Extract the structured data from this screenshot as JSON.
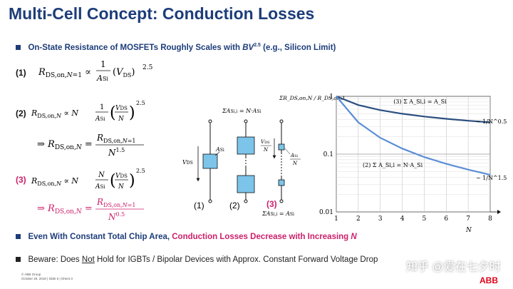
{
  "title": "Multi-Cell Concept: Conduction Losses",
  "bullet1": {
    "prefix": "On-State Resistance of MOSFETs Roughly Scales with ",
    "bv": "BV",
    "exp": "2.5",
    "suffix": " (e.g., Silicon Limit)"
  },
  "equations": {
    "e1_label": "(1)",
    "e1": "R_DS,on,N=1 ∝ (1/A_Si)(V_DS)^2.5",
    "e2_label": "(2)",
    "e2a": "R_DS,on,N ∝ N (1/A_Si)(V_DS/N)^2.5",
    "e2b": "⇒ R_DS,on,N = R_DS,on,N=1 / N^1.5",
    "e3_label": "(3)",
    "e3a": "R_DS,on,N ∝ N (N/A_Si)(V_DS/N)^2.5",
    "e3b": "⇒ R_DS,on,N = R_DS,on,N=1 / N^0.5"
  },
  "diagram": {
    "sum_top": "ΣA_Si,i = N·A_Si",
    "sum_bottom": "ΣA_Si,i = A_Si",
    "vds": "V_DS",
    "asi": "A_Si",
    "vds_n": "V_DS / N",
    "asi_n": "A_Si / N",
    "labels": [
      "(1)",
      "(2)",
      "(3)"
    ]
  },
  "chart_data": {
    "type": "line",
    "ylabel": "ΣR_DS,on,N / R_DS,on,1",
    "xlabel": "N",
    "x_ticks": [
      "1",
      "2",
      "3",
      "4",
      "5",
      "6",
      "7",
      "8"
    ],
    "y_ticks": [
      "1",
      "0.1",
      "0.01"
    ],
    "xlim": [
      1,
      8
    ],
    "ylim": [
      0.01,
      1
    ],
    "y_scale": "log",
    "grid": true,
    "series": [
      {
        "name": "(3) Σ A_Si,i = A_Si",
        "annotation": "~ 1/N^0.5",
        "x": [
          1,
          2,
          3,
          4,
          5,
          6,
          7,
          8
        ],
        "y": [
          1.0,
          0.707,
          0.577,
          0.5,
          0.447,
          0.408,
          0.378,
          0.354
        ]
      },
      {
        "name": "(2) Σ A_Si,i = N·A_Si",
        "annotation": "~ 1/N^1.5",
        "x": [
          1,
          2,
          3,
          4,
          5,
          6,
          7,
          8
        ],
        "y": [
          1.0,
          0.354,
          0.192,
          0.125,
          0.089,
          0.068,
          0.054,
          0.044
        ]
      }
    ],
    "colors": {
      "s1": "#2b4f7f",
      "s2": "#5b8ed6"
    }
  },
  "bullet2": {
    "prefix": "Even With Constant Total Chip Area, ",
    "red": "Conduction Losses Decrease with Increasing ",
    "n": "N"
  },
  "bullet3": {
    "prefix": "Beware: Does ",
    "underline": "Not",
    "suffix": " Hold for IGBTs / Bipolar Devices with Approx. Constant Forward Voltage Drop"
  },
  "footer": {
    "line1": "© ABB Group",
    "line2": "October 29, 2018 | Slide 5 | Ghent 3"
  },
  "watermark": "知乎 @爱在七夕时",
  "logo": "ABB"
}
